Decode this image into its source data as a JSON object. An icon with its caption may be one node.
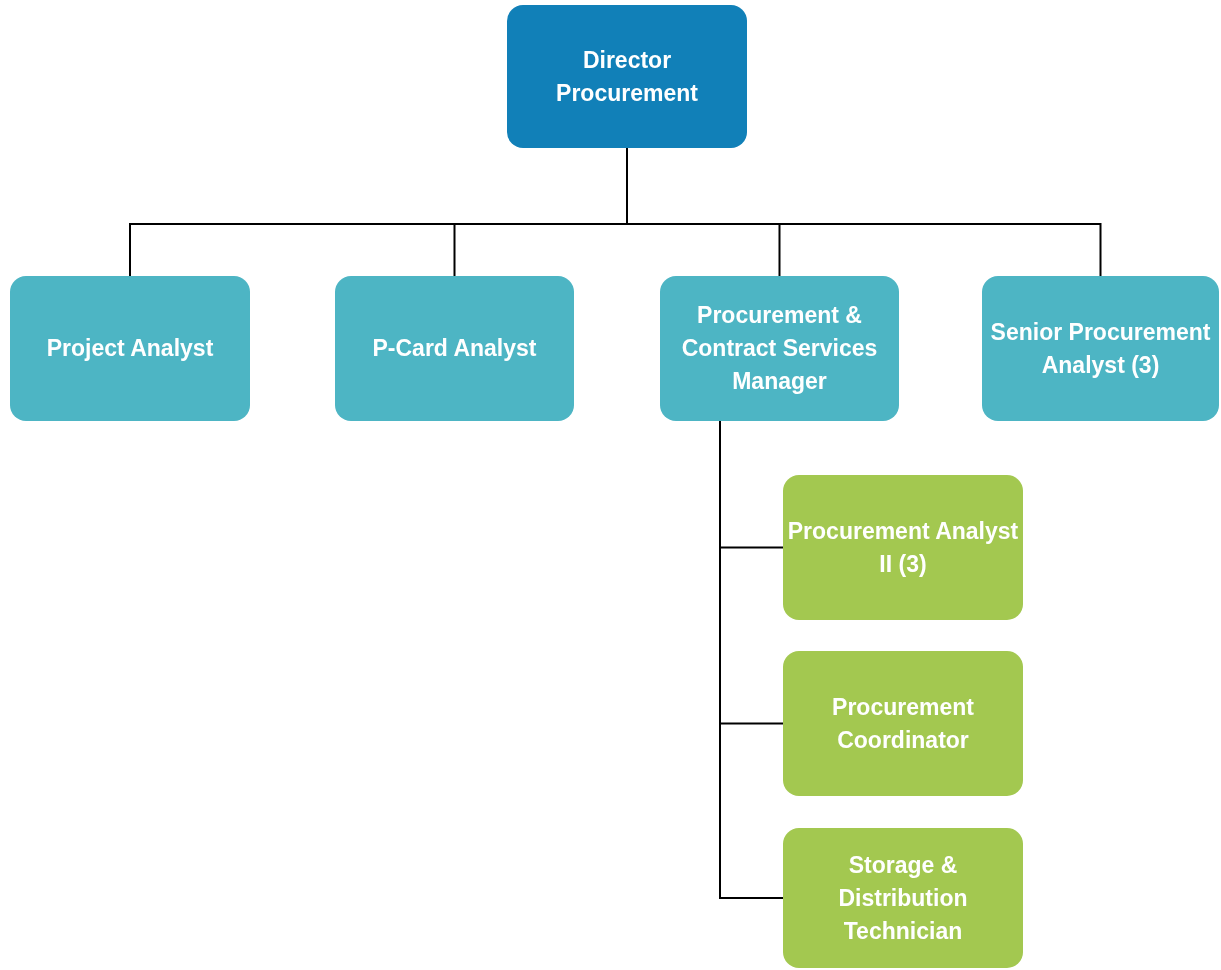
{
  "diagram": {
    "nodes": [
      {
        "text": [
          "Director Procurement"
        ]
      },
      {
        "text": [
          "Project Analyst"
        ]
      },
      {
        "text": [
          "P-Card Analyst"
        ]
      },
      {
        "text": [
          "Procurement & Contract Services Manager"
        ]
      },
      {
        "text": [
          "Senior Procurement Analyst (3)"
        ]
      },
      {
        "text": [
          "Procurement Analyst II (3)"
        ]
      },
      {
        "text": [
          "Procurement Coordinator"
        ]
      },
      {
        "text": [
          "Storage & Distribution Technician"
        ]
      }
    ],
    "edges": [
      {
        "from": 0,
        "to": 1,
        "arrow": "none"
      },
      {
        "from": 0,
        "to": 2,
        "arrow": "none"
      },
      {
        "from": 0,
        "to": 3,
        "arrow": "none"
      },
      {
        "from": 0,
        "to": 4,
        "arrow": "none"
      },
      {
        "from": 3,
        "to": 5,
        "arrow": "none"
      },
      {
        "from": 3,
        "to": 6,
        "arrow": "none"
      },
      {
        "from": 3,
        "to": 7,
        "arrow": "none"
      }
    ]
  }
}
